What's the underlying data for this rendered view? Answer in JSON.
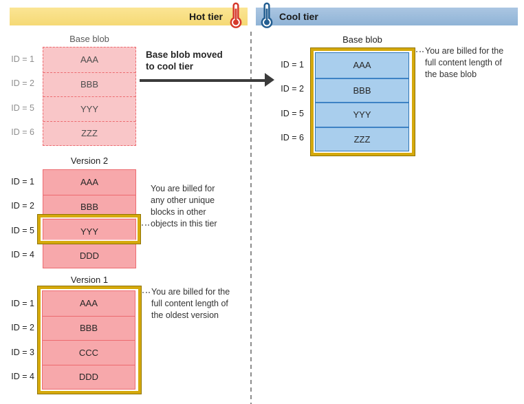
{
  "colors": {
    "hot_bar": "#F9DF82",
    "cool_bar": "#9DBBDC",
    "hot_thermometer": "#D6392B",
    "cool_thermometer": "#235E91",
    "pink_fill": "#F7A8AB",
    "pink_fill_faded": "#F9C6C8",
    "pink_border": "#EC6A6F",
    "blue_fill": "#A9CEED",
    "blue_border": "#2E75B6",
    "gold_highlight": "#D5A90C"
  },
  "header": {
    "hot_label": "Hot tier",
    "cool_label": "Cool tier"
  },
  "hot_tier": {
    "base_blob": {
      "title": "Base blob",
      "rows": [
        {
          "id": "ID = 1",
          "block": "AAA"
        },
        {
          "id": "ID = 2",
          "block": "BBB"
        },
        {
          "id": "ID = 5",
          "block": "YYY"
        },
        {
          "id": "ID = 6",
          "block": "ZZZ"
        }
      ]
    },
    "move_annotation": "Base blob moved to cool tier",
    "version_2": {
      "title": "Version 2",
      "rows": [
        {
          "id": "ID = 1",
          "block": "AAA"
        },
        {
          "id": "ID = 2",
          "block": "BBB"
        },
        {
          "id": "ID = 5",
          "block": "YYY"
        },
        {
          "id": "ID = 4",
          "block": "DDD"
        }
      ],
      "highlighted_block": "YYY",
      "annotation": "You are billed for any other unique blocks in other objects in this tier"
    },
    "version_1": {
      "title": "Version 1",
      "rows": [
        {
          "id": "ID = 1",
          "block": "AAA"
        },
        {
          "id": "ID = 2",
          "block": "BBB"
        },
        {
          "id": "ID = 3",
          "block": "CCC"
        },
        {
          "id": "ID = 4",
          "block": "DDD"
        }
      ],
      "annotation": "You are billed for the full content length of the oldest version"
    }
  },
  "cool_tier": {
    "base_blob": {
      "title": "Base blob",
      "rows": [
        {
          "id": "ID = 1",
          "block": "AAA"
        },
        {
          "id": "ID = 2",
          "block": "BBB"
        },
        {
          "id": "ID = 5",
          "block": "YYY"
        },
        {
          "id": "ID = 6",
          "block": "ZZZ"
        }
      ],
      "annotation": "You are billed for the full content length of the base blob"
    }
  }
}
